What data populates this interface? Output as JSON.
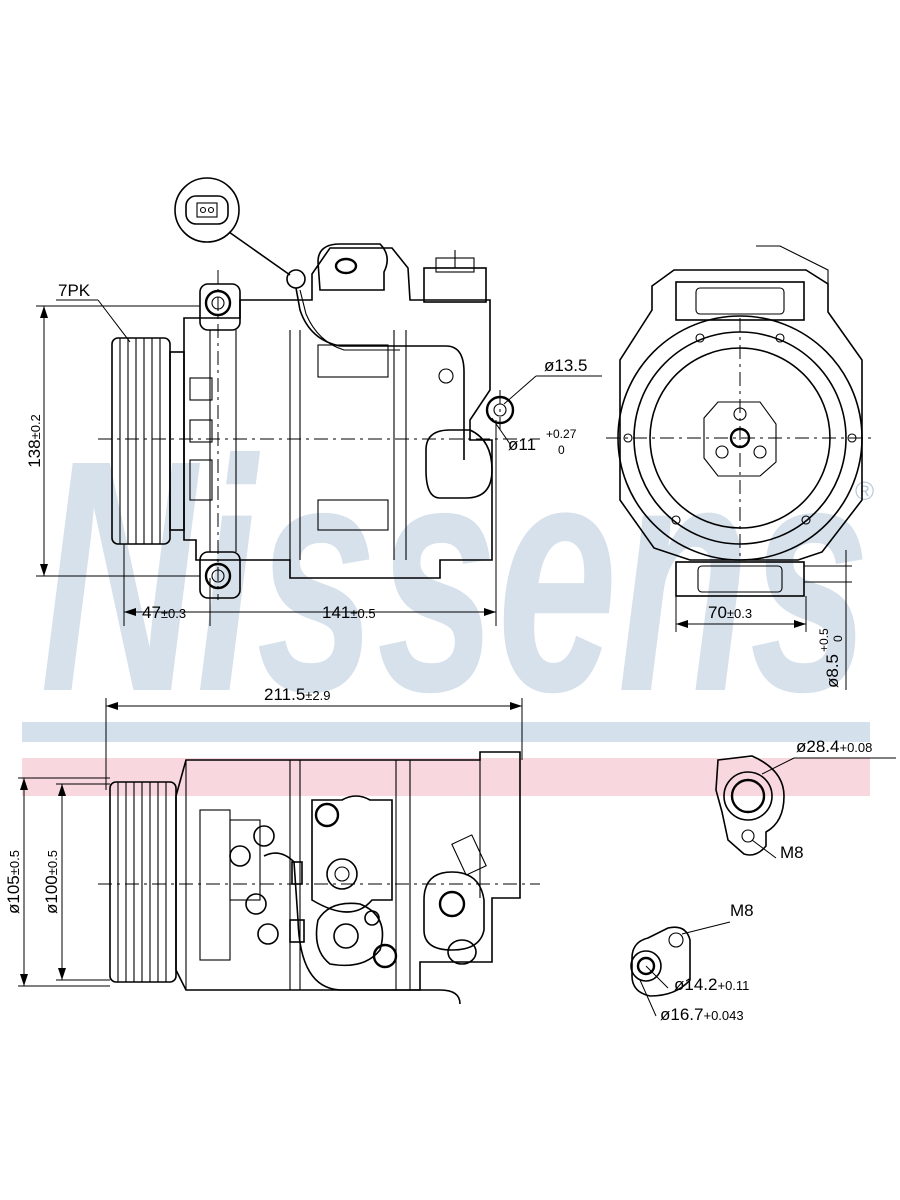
{
  "watermark": {
    "brand": "Nissens",
    "registered": "®",
    "colors": {
      "blue": "#c9d8e6",
      "pink": "#f6cdd6"
    }
  },
  "labels": {
    "belt": "7PK",
    "height": "138",
    "height_tol": "±0.2",
    "pulley_offset": "47",
    "pulley_offset_tol": "±0.3",
    "body_length": "141",
    "body_length_tol": "±0.5",
    "mount_d_top": "ø13.5",
    "mount_d_lower": "ø11",
    "mount_d_lower_tol_plus": "+0.27",
    "mount_d_lower_tol_minus": "0",
    "rear_width": "70",
    "rear_width_tol": "±0.3",
    "rear_hole": "ø8.5",
    "rear_hole_tol_plus": "+0.5",
    "rear_hole_tol_minus": "0",
    "total_length": "211.5",
    "total_length_tol": "±2.9",
    "pulley_d_outer": "ø105",
    "pulley_d_outer_tol": "±0.5",
    "pulley_d_inner": "ø100",
    "pulley_d_inner_tol": "±0.5",
    "port1_d": "ø28.4",
    "port1_d_tol": "+0.08",
    "port1_thread": "M8",
    "port2_thread": "M8",
    "port2_d_inner": "ø14.2",
    "port2_d_inner_tol": "+0.11",
    "port2_d_outer": "ø16.7",
    "port2_d_outer_tol": "+0.043"
  }
}
